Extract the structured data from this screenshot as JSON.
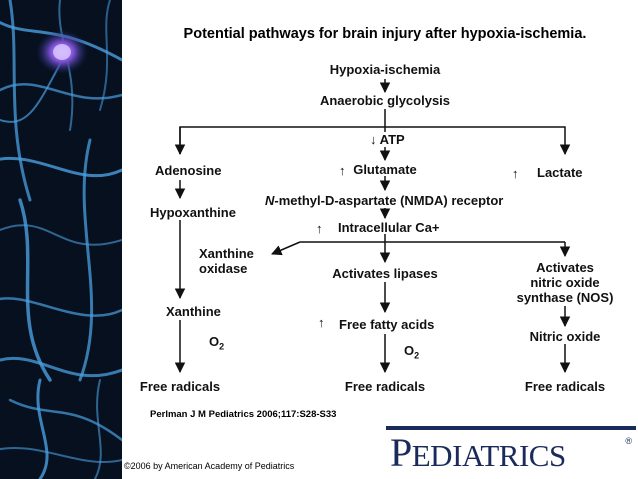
{
  "title": "Potential pathways for brain injury after hypoxia-ischemia.",
  "nodes": {
    "hypoxia": "Hypoxia-ischemia",
    "glycolysis": "Anaerobic glycolysis",
    "atp": "ATP",
    "adenosine": "Adenosine",
    "glutamate": "Glutamate",
    "lactate": "Lactate",
    "hypoxanthine": "Hypoxanthine",
    "nmda_italic": "N",
    "nmda_rest": "-methyl-D-aspartate (NMDA) receptor",
    "calcium": "Intracellular Ca+",
    "xanthine_oxidase_1": "Xanthine",
    "xanthine_oxidase_2": "oxidase",
    "lipases": "Activates lipases",
    "nos_1": "Activates",
    "nos_2": "nitric oxide",
    "nos_3": "synthase (NOS)",
    "xanthine": "Xanthine",
    "fatty_acids": "Free fatty acids",
    "nitric_oxide": "Nitric oxide",
    "o2_a": "O",
    "o2_b": "O",
    "o2_sub": "2",
    "free_radicals_left": "Free radicals",
    "free_radicals_mid": "Free radicals",
    "free_radicals_right": "Free radicals"
  },
  "indicators": {
    "down": "↓",
    "up": "↑"
  },
  "citation": "Perlman J M Pediatrics 2006;117:S28-S33",
  "copyright": "©2006 by American Academy of Pediatrics",
  "logo": {
    "big_p": "P",
    "rest": "EDIATRICS",
    "reg": "®"
  },
  "colors": {
    "logo": "#1a2a5a",
    "neuron_bg": "#06101f",
    "neuron_fiber": "#4a9fe0"
  }
}
